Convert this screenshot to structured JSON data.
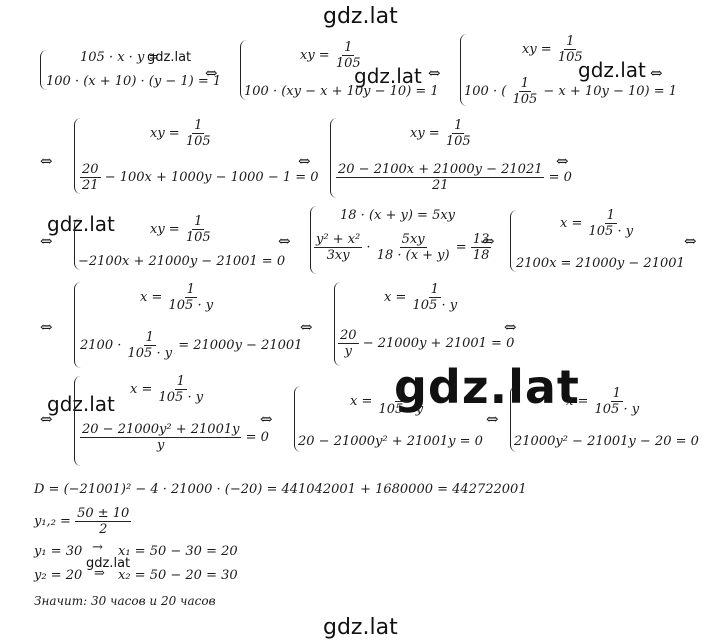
{
  "watermark": "gdz.lat",
  "equiv": "⇔",
  "row1": {
    "s1_l1": "105 · x · y =",
    "s1_l2": "100 · (x + 10) · (y − 1) = 1",
    "s2_l1a": "xy =",
    "s2_l1_num": "1",
    "s2_l1_den": "105",
    "s2_l2": "100 · (xy − x + 10y − 10) = 1",
    "s3_l1a": "xy =",
    "s3_l1_num": "1",
    "s3_l1_den": "105",
    "s3_l2a": "100 · (",
    "s3_l2_num": "1",
    "s3_l2_den": "105",
    "s3_l2b": "− x + 10y − 10) = 1"
  },
  "row2": {
    "s1_l1a": "xy =",
    "s1_l1_num": "1",
    "s1_l1_den": "105",
    "s1_l2_num": "20",
    "s1_l2_den": "21",
    "s1_l2b": "− 100x + 1000y − 1000 − 1 = 0",
    "s2_l1a": "xy =",
    "s2_l1_num": "1",
    "s2_l1_den": "105",
    "s2_l2_num": "20 − 2100x + 21000y − 21021",
    "s2_l2_den": "21",
    "s2_l2b": "= 0"
  },
  "row3": {
    "s1_l1a": "xy =",
    "s1_l1_num": "1",
    "s1_l1_den": "105",
    "s1_l2": "−2100x + 21000y − 21001 = 0",
    "s2_l1": "18 · (x + y) = 5xy",
    "s2_l2_n1": "y² + x²",
    "s2_l2_d1": "3xy",
    "s2_l2_dot": "·",
    "s2_l2_n2": "5xy",
    "s2_l2_d2": "18 · (x + y)",
    "s2_l2_eq": "=",
    "s2_l2_n3": "13",
    "s2_l2_d3": "18",
    "s3_l1a": "x =",
    "s3_l1_num": "1",
    "s3_l1_den": "105 · y",
    "s3_l2": "2100x = 21000y − 21001"
  },
  "row4": {
    "s1_l1a": "x =",
    "s1_l1_num": "1",
    "s1_l1_den": "105 · y",
    "s1_l2a": "2100 ·",
    "s1_l2_num": "1",
    "s1_l2_den": "105 · y",
    "s1_l2b": "= 21000y − 21001",
    "s2_l1a": "x =",
    "s2_l1_num": "1",
    "s2_l1_den": "105 · y",
    "s2_l2_num": "20",
    "s2_l2_den": "y",
    "s2_l2b": "− 21000y + 21001 = 0"
  },
  "row5": {
    "s1_l1a": "x =",
    "s1_l1_num": "1",
    "s1_l1_den": "105 · y",
    "s1_l2_num": "20 − 21000y² + 21001y",
    "s1_l2_den": "y",
    "s1_l2b": "= 0",
    "s2_l1a": "x =",
    "s2_l1_num": "1",
    "s2_l1_den": "105 · y",
    "s2_l2": "20 − 21000y² + 21001y = 0",
    "s3_l1a": "x =",
    "s3_l1_num": "1",
    "s3_l1_den": "105 · y",
    "s3_l2": "21000y² − 21001y − 20 = 0"
  },
  "solution": {
    "discriminant": "D = (−21001)² − 4 · 21000 · (−20) = 441042001 + 1680000 = 442722001",
    "roots_lhs": "y₁,₂ =",
    "roots_num": "50 ± 10",
    "roots_den": "2",
    "y1": "y₁ = 30",
    "arrow1": "→",
    "x1": "x₁ = 50 − 30 = 20",
    "y2": "y₂ = 20",
    "arrow2": "⇒",
    "x2": "x₂ = 50 − 20 = 30",
    "answer": "Значит:   30   часов   и   20   часов"
  }
}
